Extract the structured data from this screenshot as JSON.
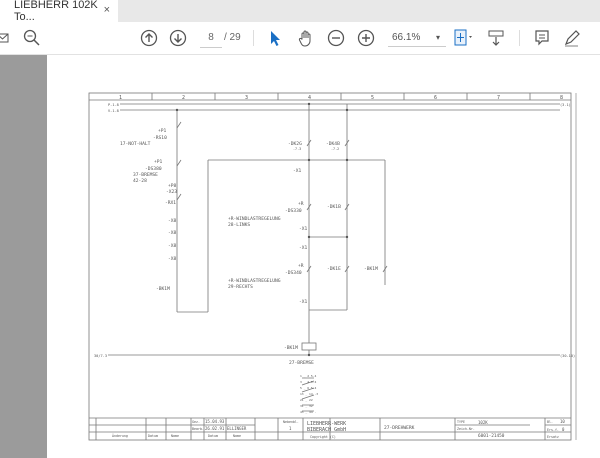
{
  "tab": {
    "title": "LIEBHERR 102K To...",
    "close": "×"
  },
  "toolbar": {
    "page_current": "8",
    "page_total": "/ 29",
    "zoom_level": "66.1%",
    "zoom_caret": "▾"
  },
  "schematic": {
    "columns": [
      "1",
      "2",
      "3",
      "4",
      "5",
      "6",
      "7",
      "8"
    ],
    "rail_top_label": "P-1.8",
    "rail_top_ref": "(3.1)",
    "rail_v_label": "V-1.8",
    "rail_bottom_left": "30/7.3",
    "rail_bottom_right": "(30-10)",
    "labels": {
      "rs10_pos": "+P1",
      "rs10": "-RS10",
      "rs10_sub": "17-NOT-HALT",
      "ds380_pos": "+P1",
      "ds380": "-DS380",
      "ds380_desc1": "37-BREMSE",
      "ds380_desc2": "42-28",
      "x23_pos": "+P8",
      "x23": "-X23",
      "rx1": "-RX1",
      "xa1": "-X8",
      "xa2": "-X8",
      "xa3": "-X8",
      "xa4": "-X8",
      "bk1m_left": "-BK1M",
      "dk2g": "-DK2G",
      "dk2g_ref": "-7.3",
      "dk4b": "-DK4B",
      "dk4b_ref": "-7.2",
      "x1": "-X1",
      "ds330_pos": "+R",
      "ds330": "-DS330",
      "ds330_desc1": "+R-WINDLASTREGELUNG",
      "ds330_desc2": "28-LINKS",
      "dk1b": "-DK1B",
      "x2": "-X1",
      "x3": "-X1",
      "ds340_pos": "+R",
      "ds340": "-DS340",
      "ds340_desc1": "+R-WINDLASTREGELUNG",
      "ds340_desc2": "29-RECHTS",
      "dk1e": "-DK1E",
      "bk1m_right": "-BK1M",
      "x4": "-X1",
      "coil": "-BK1M",
      "coil_desc": "27-BREMSE"
    },
    "contacts": [
      "1 _ 2  5.4",
      "3 _ 4  5.4",
      "5 _ 6  5.4",
      "13 _ 14  .3",
      "21 _ 22",
      "31 _ 32",
      "43 _ 44  ."
    ]
  },
  "titleblock": {
    "gez_label": "Gez.",
    "gez_date": "15.04.93",
    "bearb_label": "Bearb.",
    "bearb_date": "26.02.91",
    "bearb_name": "ELLINGER",
    "col_aenderung": "Änderung",
    "col_datum": "Datum",
    "col_name": "Name",
    "col_datum2": "Datum",
    "col_name2": "Name",
    "nebenblatt_label": "Nebenbl.",
    "nebenblatt": "1",
    "company1": "LIEBHERR-WERK",
    "company2": "BIBERACH GmbH",
    "copyright": "Copyright (C)",
    "drawing_title": "27-DREHWERK",
    "type_label": "TYPE",
    "type_value": "102K",
    "zeich_label": "Zeich-Nr.",
    "zeich_value": "6001-21450",
    "blatt_label": "Bl.",
    "blatt_value": "10",
    "ers_label": "Ers.f.",
    "ers_value": "0",
    "ersatz_label": "Ersatz"
  }
}
